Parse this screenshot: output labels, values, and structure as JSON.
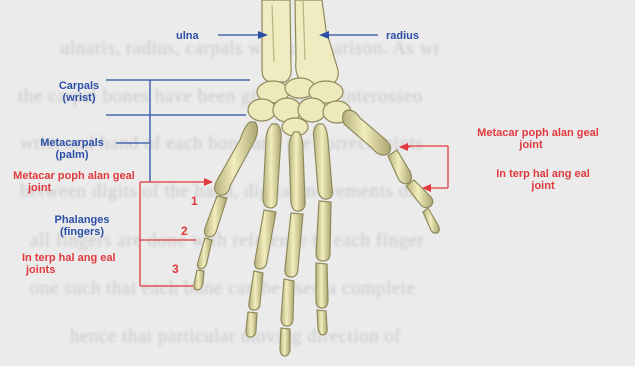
{
  "colors": {
    "background": "#ecebeb",
    "bone": "#ece7b4",
    "blue": "#2b4fa6",
    "red": "#e0393e"
  },
  "labels": {
    "ulna": "ulna",
    "radius": "radius",
    "carpals": "Carpals",
    "carpals_sub": "(wrist)",
    "metacarpals": "Metacarpals",
    "metacarpals_sub": "(palm)",
    "mcp_left_1": "Metacar poph alan geal",
    "mcp_left_2": "joint",
    "phalanges": "Phalanges",
    "phalanges_sub": "(fingers)",
    "ip_left_1": "In terp hal ang eal",
    "ip_left_2": "joints",
    "mcp_right_1": "Metacar poph alan geal",
    "mcp_right_2": "joint",
    "ip_right_1": "In terp hal ang eal",
    "ip_right_2": "joint",
    "num1": "1",
    "num2": "2",
    "num3": "3"
  }
}
